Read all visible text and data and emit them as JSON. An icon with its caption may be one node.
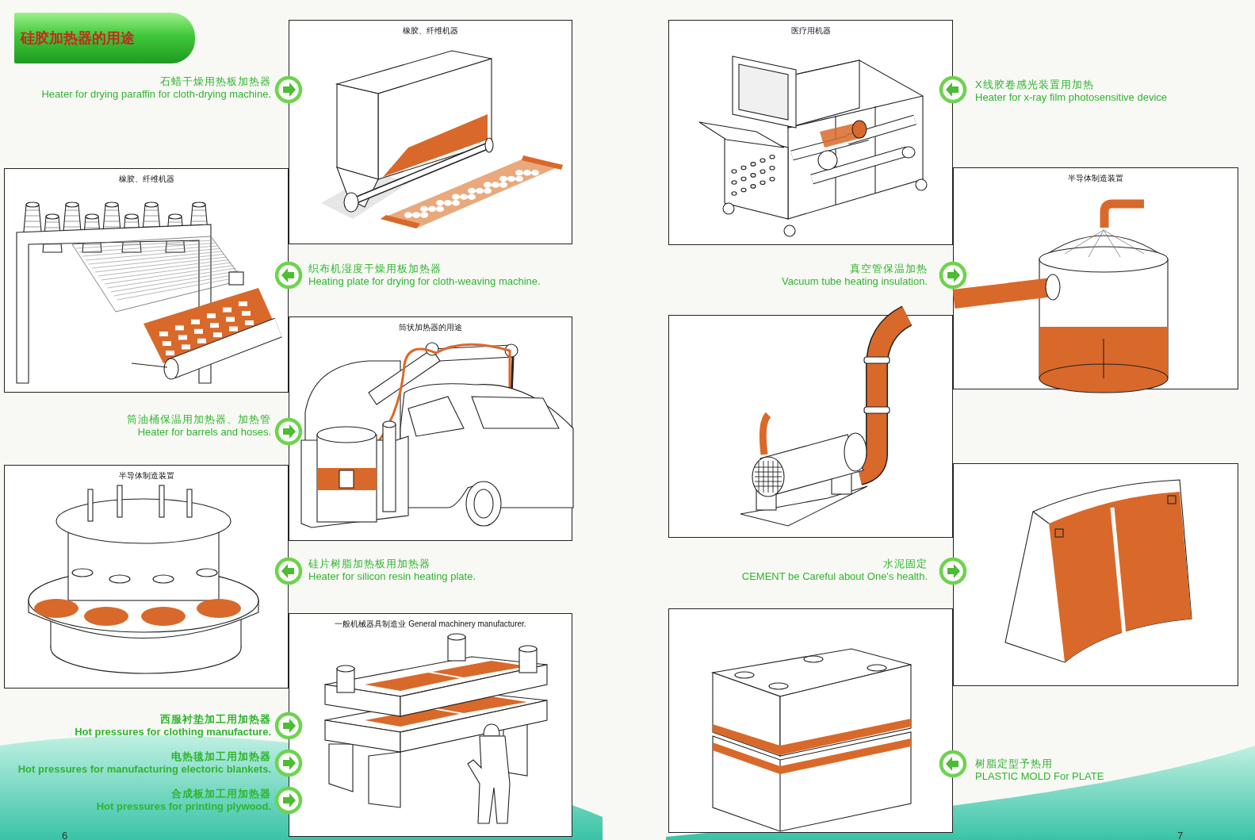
{
  "diagram": {
    "title": "硅胶加热器的用途",
    "nodes": [
      {
        "text": [
          "橡胶、纤维机器"
        ]
      },
      {
        "text": [
          "医疗用机器"
        ]
      },
      {
        "text": [
          "橡胶、纤维机器"
        ]
      },
      {
        "text": [
          "半导体制造装置"
        ]
      },
      {
        "text": [
          "筒状加热器的用途"
        ]
      },
      {
        "text": [],
        "shape": "picture"
      },
      {
        "text": [
          "半导体制造装置"
        ]
      },
      {
        "text": [],
        "shape": "picture"
      },
      {
        "text": [
          "一般机械器具制造业 General machinery manufacturer."
        ]
      },
      {
        "text": [],
        "shape": "picture"
      }
    ],
    "labels": [
      "石蜡干燥用热板加热器",
      "Heater for drying paraffin for cloth-drying machine.",
      "X线胶卷感光装置用加热",
      "Heater for x-ray film photosensitive device",
      "织布机湿度干燥用板加热器",
      "Heating plate for drying for cloth-weaving machine.",
      "真空管保温加热",
      "Vacuum tube heating insulation.",
      "筒油桶保温用加热器、加热管",
      "Heater for barrels and hoses.",
      "硅片树脂加热板用加热器",
      "Heater for silicon resin heating plate.",
      "水泥固定",
      "CEMENT be Careful about One's health.",
      "西服衬垫加工用加热器",
      "Hot pressures for clothing manufacture.",
      "树脂定型予热用",
      "PLASTIC MOLD For PLATE",
      "电热毯加工用加热器",
      "Hot pressures for manufacturing electoric blankets.",
      "合成板加工用加热器",
      "Hot pressures for printing plywood.",
      "6",
      "7"
    ]
  }
}
